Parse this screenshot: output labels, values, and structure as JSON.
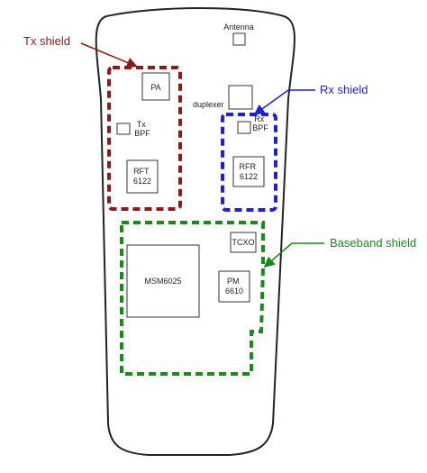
{
  "colors": {
    "tx": "#8b1a1a",
    "rx": "#1f1fd6",
    "baseband": "#1a8a1a",
    "outline": "#222222",
    "component": "#333333"
  },
  "callouts": {
    "tx": "Tx shield",
    "rx": "Rx shield",
    "baseband": "Baseband shield"
  },
  "components": {
    "antenna": [
      "Antenna"
    ],
    "pa": [
      "PA"
    ],
    "duplexer": [
      "duplexer"
    ],
    "tx_bpf": [
      "Tx",
      "BPF"
    ],
    "rx_bpf": [
      "Rx",
      "BPF"
    ],
    "rft": [
      "RFT",
      "6122"
    ],
    "rfr": [
      "RFR",
      "6122"
    ],
    "tcxo": [
      "TCXO"
    ],
    "msm": [
      "MSM6025"
    ],
    "pm": [
      "PM",
      "6610"
    ]
  }
}
